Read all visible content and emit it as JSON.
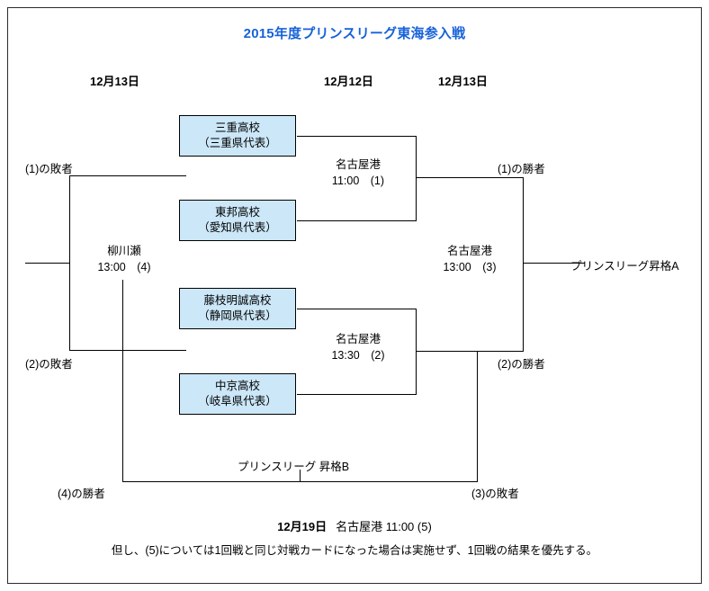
{
  "title": "2015年度プリンスリーグ東海参入戦",
  "title_color": "#1762d8",
  "box_fill": "#cbe7f8",
  "date_headers": [
    {
      "label": "12月13日"
    },
    {
      "label": "12月12日"
    },
    {
      "label": "12月13日"
    }
  ],
  "teams": [
    {
      "name": "三重高校",
      "region": "（三重県代表）"
    },
    {
      "name": "東邦高校",
      "region": "（愛知県代表）"
    },
    {
      "name": "藤枝明誠高校",
      "region": "（静岡県代表）"
    },
    {
      "name": "中京高校",
      "region": "（岐阜県代表）"
    }
  ],
  "matches": [
    {
      "venue": "名古屋港",
      "time": "11:00　(1)"
    },
    {
      "venue": "名古屋港",
      "time": "13:30　(2)"
    },
    {
      "venue": "名古屋港",
      "time": "13:00　(3)"
    },
    {
      "venue": "柳川瀬",
      "time": "13:00　(4)"
    }
  ],
  "labels": {
    "loser1": "(1)の敗者",
    "loser2": "(2)の敗者",
    "winner1": "(1)の勝者",
    "winner2": "(2)の勝者",
    "winner4": "(4)の勝者",
    "loser3": "(3)の敗者",
    "promotion_a": "プリンスリーグ昇格A",
    "promotion_b": "プリンスリーグ 昇格B"
  },
  "footer": {
    "date": "12月19日",
    "detail": "名古屋港  11:00  (5)",
    "note": "但し、(5)については1回戦と同じ対戦カードになった場合は実施せず、1回戦の結果を優先する。"
  }
}
